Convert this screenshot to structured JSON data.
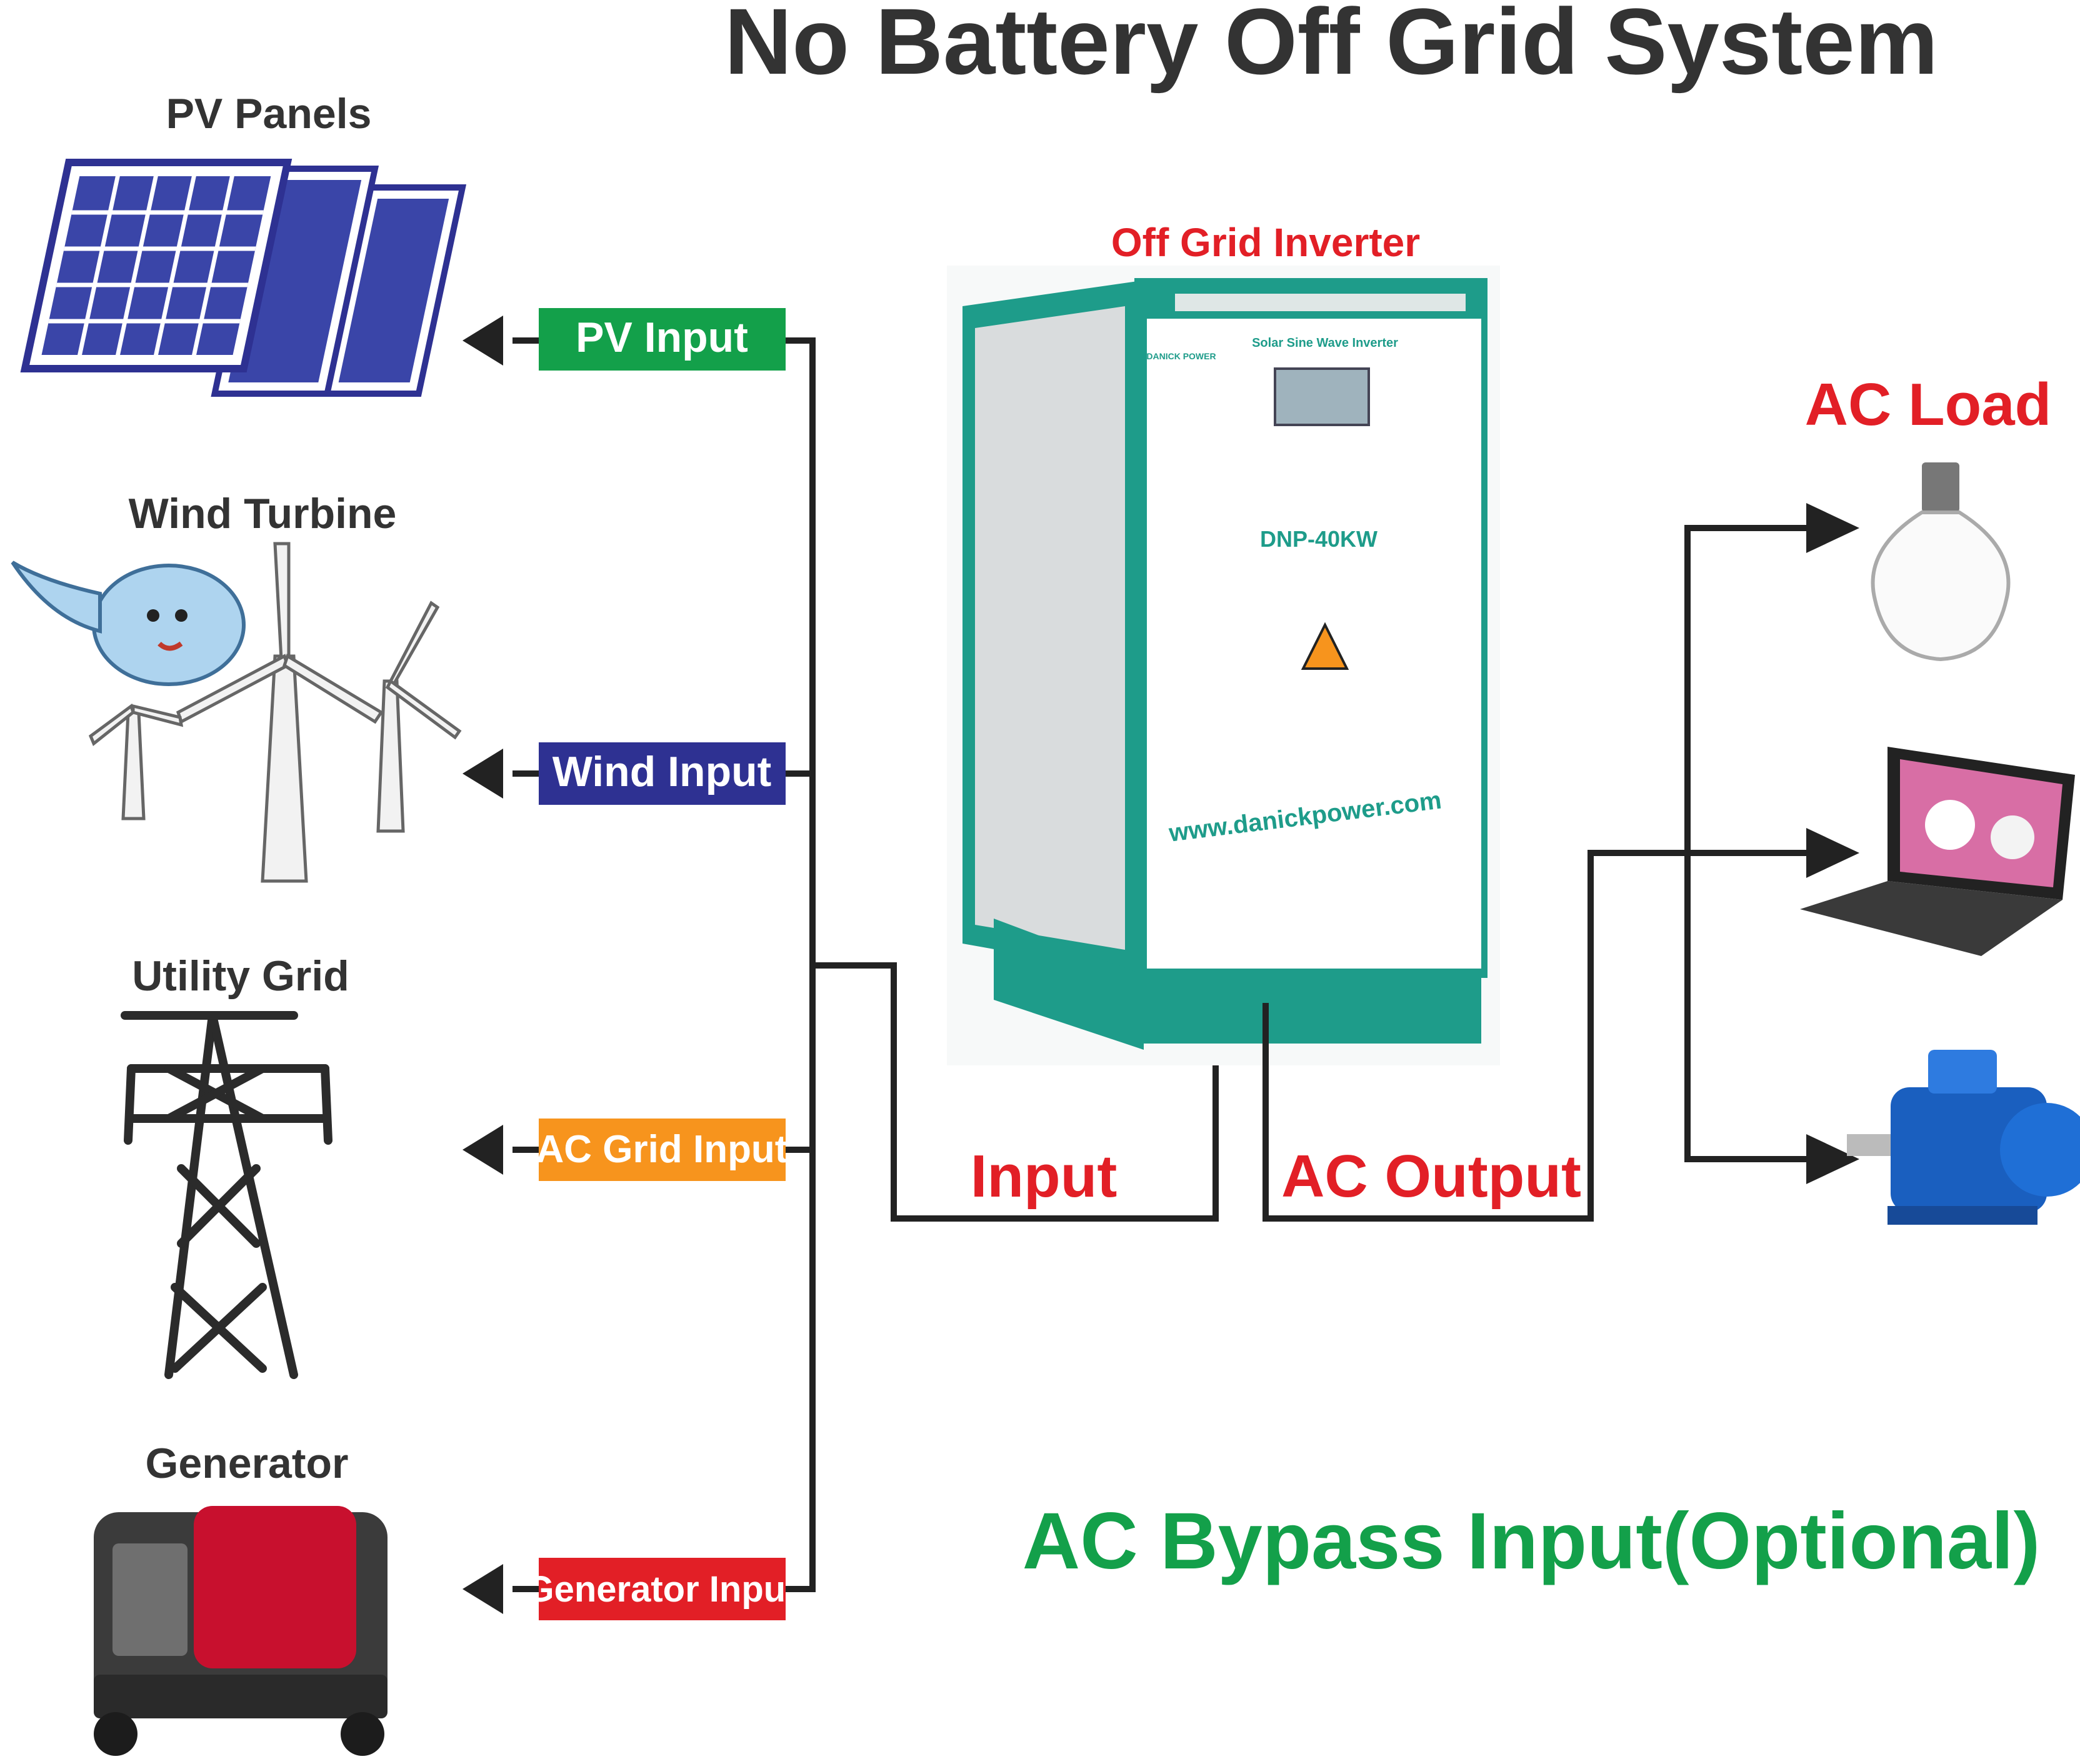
{
  "title": "No Battery Off Grid System",
  "sources": [
    {
      "label": "PV Panels",
      "input_label": "PV Input",
      "input_color": "#13a04a",
      "icon": "solar-panel-icon"
    },
    {
      "label": "Wind Turbine",
      "input_label": "Wind Input",
      "input_color": "#2e3192",
      "icon": "wind-turbine-icon"
    },
    {
      "label": "Utility Grid",
      "input_label": "AC Grid Input",
      "input_color": "#f7941d",
      "icon": "power-tower-icon"
    },
    {
      "label": "Generator",
      "input_label": "Generator Input",
      "input_color": "#e21f26",
      "icon": "generator-icon"
    }
  ],
  "inverter": {
    "label": "Off Grid Inverter",
    "model": "DNP-40KW",
    "panel_title": "Solar Sine Wave Inverter",
    "brand": "DANICK POWER",
    "website": "www.danickpower.com",
    "body_color": "#1e9c8a"
  },
  "flow": {
    "input_label": "Input",
    "output_label": "AC Output",
    "bypass_note": "AC Bypass Input(Optional)"
  },
  "loads": {
    "label": "AC Load",
    "items": [
      "light-bulb-icon",
      "laptop-icon",
      "electric-motor-icon"
    ]
  },
  "colors": {
    "title": "#333333",
    "red_text": "#e21f26",
    "green_text": "#13a04a",
    "line": "#222222"
  }
}
